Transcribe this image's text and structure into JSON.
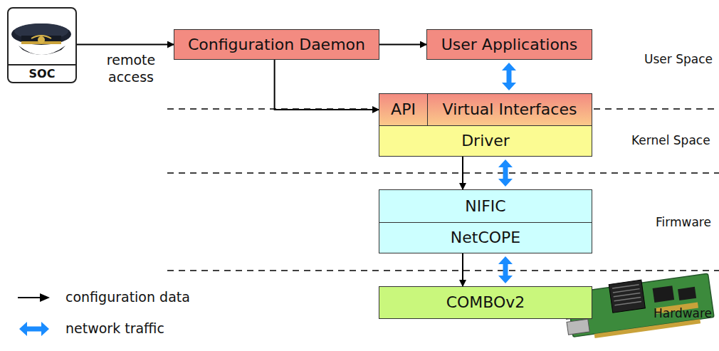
{
  "diagram": {
    "nodes": [
      {
        "text": [
          "SOC"
        ]
      },
      {
        "text": [
          "Configuration Daemon"
        ]
      },
      {
        "text": [
          "User Applications"
        ]
      },
      {
        "text": [
          "API"
        ]
      },
      {
        "text": [
          "Virtual Interfaces"
        ]
      },
      {
        "text": [
          "Driver"
        ]
      },
      {
        "text": [
          "NIFIC"
        ]
      },
      {
        "text": [
          "NetCOPE"
        ]
      },
      {
        "text": [
          "COMBOv2"
        ]
      }
    ],
    "edges": [
      {
        "from": 0,
        "to": 1,
        "arrow": "to",
        "label": "remote access"
      },
      {
        "from": 1,
        "to": 2,
        "arrow": "to"
      },
      {
        "from": 1,
        "to": 3,
        "arrow": "to"
      },
      {
        "from": 2,
        "to": 4,
        "arrow": "both"
      },
      {
        "from": 5,
        "to": 6,
        "arrow": "to"
      },
      {
        "from": 5,
        "to": 6,
        "arrow": "both"
      },
      {
        "from": 7,
        "to": 8,
        "arrow": "to"
      },
      {
        "from": 7,
        "to": 8,
        "arrow": "both"
      }
    ],
    "labels": [
      "User Space",
      "Kernel Space",
      "Firmware",
      "Hardware"
    ],
    "legend": [
      {
        "text": "configuration data"
      },
      {
        "text": "network traffic"
      }
    ]
  }
}
